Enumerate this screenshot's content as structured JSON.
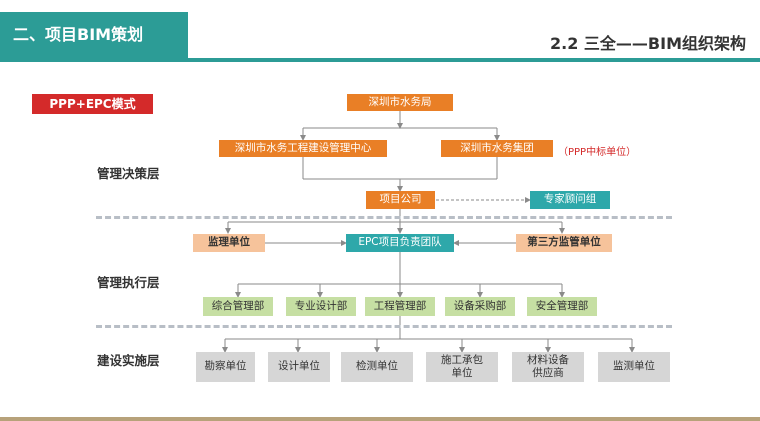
{
  "header": {
    "section_title": "二、项目BIM策划",
    "subtitle": "2.2 三全——BIM组织架构"
  },
  "mode_label": "PPP+EPC模式",
  "layers": {
    "decision": "管理决策层",
    "execution": "管理执行层",
    "construction": "建设实施层"
  },
  "nodes": {
    "water_bureau": "深圳市水务局",
    "construction_center": "深圳市水务工程建设管理中心",
    "water_group": "深圳市水务集团",
    "project_company": "项目公司",
    "expert_group": "专家顾问组",
    "supervision": "监理单位",
    "epc_team": "EPC项目负责团队",
    "third_party": "第三方监管单位",
    "comprehensive_dept": "综合管理部",
    "design_dept": "专业设计部",
    "engineering_dept": "工程管理部",
    "procurement_dept": "设备采购部",
    "safety_dept": "安全管理部",
    "survey_unit": "勘察单位",
    "design_unit": "设计单位",
    "testing_unit": "检测单位",
    "contractor_unit": "施工承包单位",
    "material_supplier": "材料设备供应商",
    "monitoring_unit": "监测单位"
  },
  "notes": {
    "ppp_bidder": "（PPP中标单位）"
  },
  "colors": {
    "teal": "#2c9c96",
    "orange": "#e97f26",
    "red": "#d42a2a",
    "light_teal": "#2ea8aa",
    "peach": "#f6c39b",
    "green": "#c6dfa3",
    "gray": "#d6d6d6"
  }
}
